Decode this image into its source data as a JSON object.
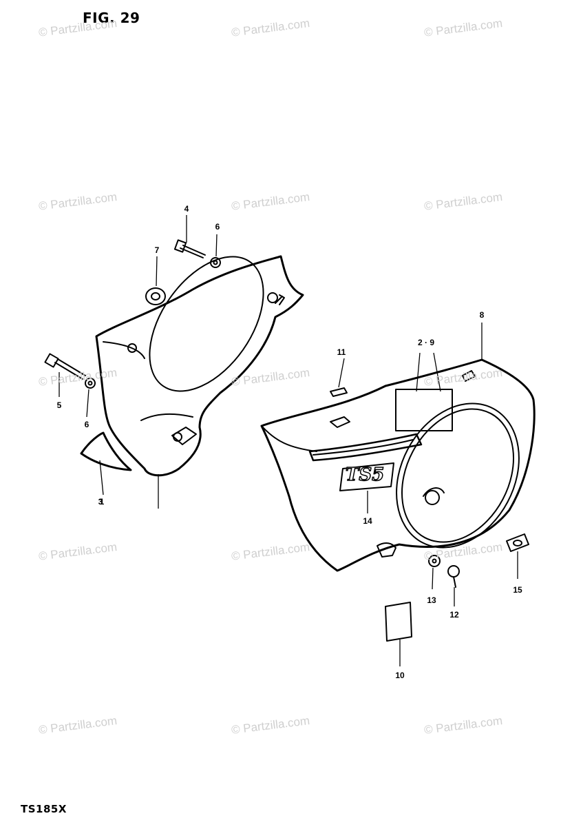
{
  "figure": {
    "title": "FIG. 29",
    "model": "TS185X",
    "watermark": "© Partzilla.com"
  },
  "callouts": [
    "1",
    "2 · 9",
    "3",
    "4",
    "5",
    "6",
    "6",
    "7",
    "8",
    "10",
    "11",
    "12",
    "13",
    "14",
    "15"
  ],
  "emblem_text": "TS5",
  "colors": {
    "ink": "#000000",
    "paper": "#ffffff",
    "watermark": "#cfcfcf"
  }
}
